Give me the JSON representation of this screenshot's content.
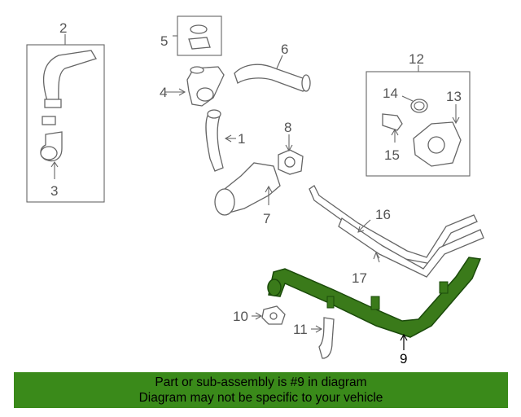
{
  "callouts": {
    "c1": "1",
    "c2": "2",
    "c3": "3",
    "c4": "4",
    "c5": "5",
    "c6": "6",
    "c7": "7",
    "c8": "8",
    "c9": "9",
    "c10": "10",
    "c11": "11",
    "c12": "12",
    "c13": "13",
    "c14": "14",
    "c15": "15",
    "c16": "16",
    "c17": "17"
  },
  "banner": {
    "line1": "Part or sub-assembly is #9 in diagram",
    "line2": "Diagram may not be specific to your vehicle"
  },
  "colors": {
    "highlight_part": "#3a7a1a",
    "banner_background": "#3a8a1a",
    "line_art": "#666666"
  }
}
